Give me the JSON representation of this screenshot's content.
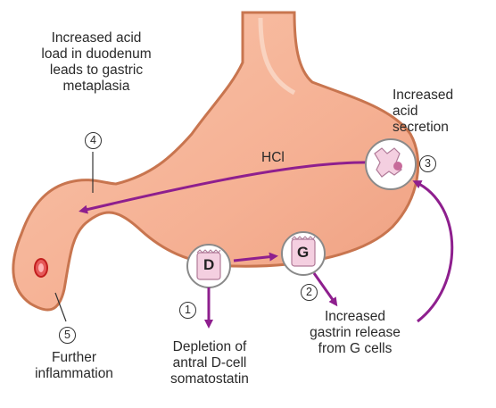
{
  "labels": {
    "duodenum_line1": "Increased acid",
    "duodenum_line2": "load in duodenum",
    "duodenum_line3": "leads to gastric",
    "duodenum_line4": "metaplasia",
    "secretion_line1": "Increased",
    "secretion_line2": "acid",
    "secretion_line3": "secretion",
    "hcl": "HCl",
    "gastrin_line1": "Increased",
    "gastrin_line2": "gastrin release",
    "gastrin_line3": "from G cells",
    "dcell_line1": "Depletion of",
    "dcell_line2": "antral D-cell",
    "dcell_line3": "somatostatin",
    "inflam_line1": "Further",
    "inflam_line2": "inflammation"
  },
  "cells": {
    "d_cell": "D",
    "g_cell": "G"
  },
  "steps": {
    "s1": "1",
    "s2": "2",
    "s3": "3",
    "s4": "4",
    "s5": "5"
  },
  "colors": {
    "stomach_fill": "#f6b59a",
    "stomach_outline": "#c8754f",
    "arrow": "#8e1f8e",
    "cell_fill": "#f4cfe0"
  }
}
